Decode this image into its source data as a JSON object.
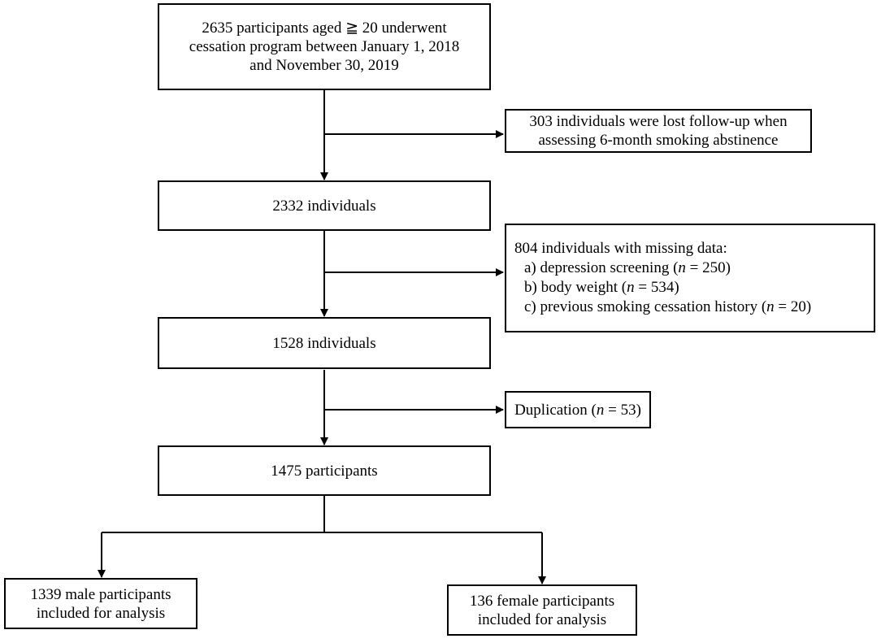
{
  "boxes": {
    "start": {
      "line1": "2635 participants aged ≧ 20 underwent",
      "line2": "cessation program between January 1, 2018",
      "line3": "and November 30, 2019"
    },
    "lost_followup": {
      "line1": "303 individuals were lost follow-up when",
      "line2": "assessing 6-month smoking abstinence"
    },
    "step2": {
      "label": "2332 individuals"
    },
    "missing": {
      "title": "804 individuals with missing data:",
      "item_a_pre": "a) depression screening (",
      "item_a_n": "n",
      "item_a_post": " = 250)",
      "item_b_pre": "b) body weight (",
      "item_b_n": "n",
      "item_b_post": " = 534)",
      "item_c_pre": "c) previous smoking cessation history (",
      "item_c_n": "n",
      "item_c_post": " = 20)"
    },
    "step3": {
      "label": "1528 individuals"
    },
    "duplication": {
      "pre": "Duplication (",
      "n": "n",
      "post": " = 53)"
    },
    "step4": {
      "label": "1475 participants"
    },
    "male": {
      "line1": "1339 male participants",
      "line2": "included for analysis"
    },
    "female": {
      "line1": "136 female participants",
      "line2": "included for analysis"
    }
  }
}
